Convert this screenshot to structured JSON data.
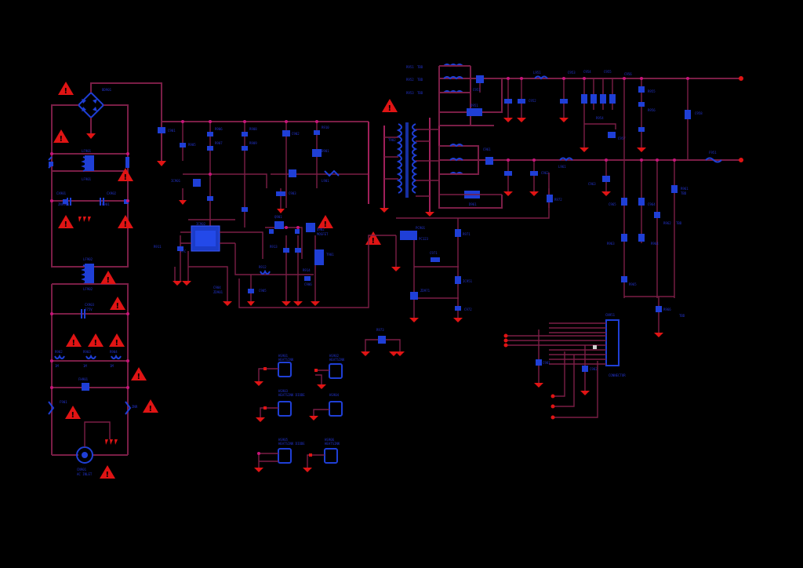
{
  "schematic": {
    "title": "",
    "colors": {
      "background": "#000000",
      "wire": "#7a1e46",
      "component": "#1f3fd6",
      "ground": "#e01414",
      "warning": "#e01414",
      "junction": "#c8147a"
    },
    "sections": [
      "ac-input-filter",
      "bridge-rectifier",
      "pfc-controller",
      "main-transformer",
      "secondary-outputs",
      "feedback-optocoupler",
      "output-connector",
      "standby-components"
    ],
    "warning_count": 17,
    "warning_glyph": "!"
  }
}
